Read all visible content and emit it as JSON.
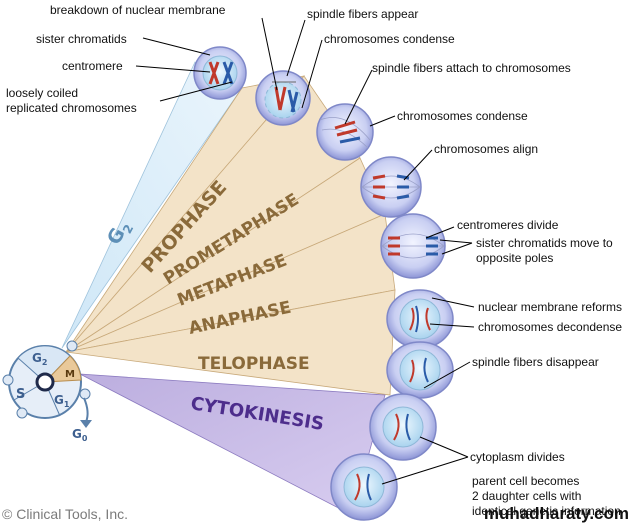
{
  "phases": {
    "g2": "G",
    "g2_sub": "2",
    "prophase": "PROPHASE",
    "prometaphase": "PROMETAPHASE",
    "metaphase": "METAPHASE",
    "anaphase": "ANAPHASE",
    "telophase": "TELOPHASE",
    "cytokinesis": "CYTOKINESIS"
  },
  "cycle": {
    "g2": "G",
    "g2_sub": "2",
    "s": "S",
    "g1": "G",
    "g1_sub": "1",
    "m": "M",
    "g0": "G",
    "g0_sub": "0"
  },
  "annotations": {
    "breakdown": "breakdown of nuclear membrane",
    "sister_chromatids": "sister chromatids",
    "centromere": "centromere",
    "loosely_1": "loosely coiled",
    "loosely_2": "replicated chromosomes",
    "spindle_appear": "spindle fibers appear",
    "chrom_condense_1": "chromosomes condense",
    "spindle_attach": "spindle fibers attach to chromosomes",
    "chrom_condense_2": "chromosomes condense",
    "chrom_align": "chromosomes align",
    "centromeres_divide": "centromeres divide",
    "sister_move_1": "sister chromatids move to",
    "sister_move_2": "opposite poles",
    "nuclear_reforms": "nuclear membrane reforms",
    "chrom_decondense": "chromosomes decondense",
    "spindle_disappear": "spindle fibers disappear",
    "cytoplasm_divides": "cytoplasm divides",
    "parent_1": "parent cell becomes",
    "parent_2": "2 daughter cells with",
    "parent_3": "identical genetic information"
  },
  "credit": "© Clinical Tools, Inc.",
  "watermark": "muhadharaty.com"
}
